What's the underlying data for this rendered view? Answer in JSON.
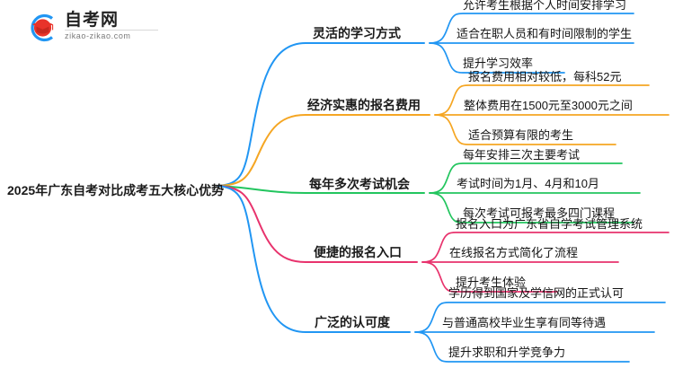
{
  "logo": {
    "brand": "自考网",
    "url": "zikao-zikao.com",
    "mark_icon": "graduation-cap-icon"
  },
  "mindmap": {
    "root": "2025年广东自考对比成考五大核心优势",
    "branches": [
      {
        "label": "灵活的学习方式",
        "color": "#2196f3",
        "children": [
          "允许考生根据个人时间安排学习",
          "适合在职人员和有时间限制的学生",
          "提升学习效率"
        ]
      },
      {
        "label": "经济实惠的报名费用",
        "color": "#f5a623",
        "children": [
          "报名费用相对较低，每科52元",
          "整体费用在1500元至3000元之间",
          "适合预算有限的考生"
        ]
      },
      {
        "label": "每年多次考试机会",
        "color": "#22c55e",
        "children": [
          "每年安排三次主要考试",
          "考试时间为1月、4月和10月",
          "每次考试可报考最多四门课程"
        ]
      },
      {
        "label": "便捷的报名入口",
        "color": "#e8336d",
        "children": [
          "报名入口为广东省自学考试管理系统",
          "在线报名方式简化了流程",
          "提升考生体验"
        ]
      },
      {
        "label": "广泛的认可度",
        "color": "#2196f3",
        "children": [
          "学历得到国家及学信网的正式认可",
          "与普通高校毕业生享有同等待遇",
          "提升求职和升学竞争力"
        ]
      }
    ]
  }
}
